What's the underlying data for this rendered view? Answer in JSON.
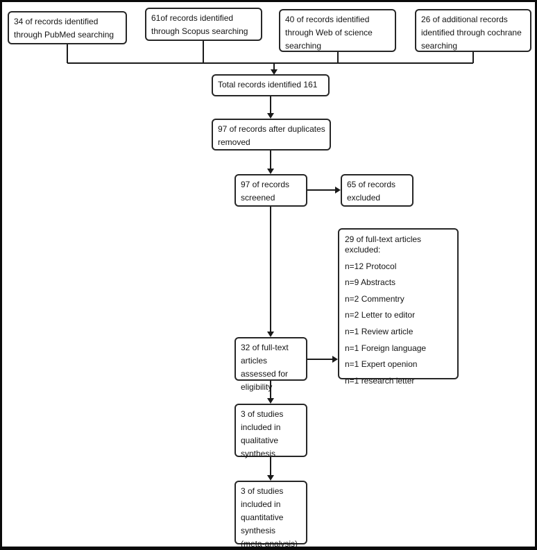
{
  "diagram": {
    "kind": "study-selection-flowchart",
    "colors": {
      "background": "#ffffff",
      "box_border": "#262626",
      "line": "#1a1a1a",
      "text": "#141414"
    }
  },
  "sources": [
    {
      "text": "34 of records identified through PubMed searching"
    },
    {
      "text": "61of records identified through Scopus searching"
    },
    {
      "text": "40 of records identified through Web of science searching"
    },
    {
      "text": "26 of additional records identified through cochrane searching"
    }
  ],
  "flow": {
    "total_identified": "Total records identified 161",
    "after_duplicates": "97 of records after duplicates removed",
    "screened": "97 of records screened",
    "records_excluded": "65 of records excluded",
    "assessed": "32 of full-text articles assessed for eligibility",
    "qualitative": "3 of studies included in qualitative synthesis",
    "quantitative": "3 of studies included in quantitative synthesis (meta-analysis)"
  },
  "exclusion": {
    "title": "29 of full-text articles excluded:",
    "reasons": [
      "n=12 Protocol",
      "n=9 Abstracts",
      "n=2 Commentry",
      "n=2 Letter to editor",
      "n=1 Review article",
      "n=1 Foreign language",
      "n=1 Expert openion",
      "n=1 research letter"
    ]
  }
}
